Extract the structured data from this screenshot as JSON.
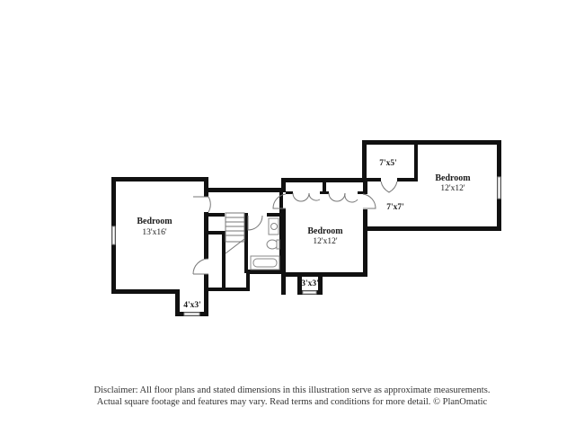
{
  "floor_plan": {
    "rooms": [
      {
        "id": "bedroom-left",
        "name": "Bedroom",
        "dimensions": "13'x16'"
      },
      {
        "id": "bedroom-middle",
        "name": "Bedroom",
        "dimensions": "12'x12'"
      },
      {
        "id": "bedroom-right",
        "name": "Bedroom",
        "dimensions": "12'x12'"
      },
      {
        "id": "closet-left",
        "name": "",
        "dimensions": "4'x3'"
      },
      {
        "id": "closet-middle",
        "name": "",
        "dimensions": "3'x3'"
      },
      {
        "id": "closet-right-top",
        "name": "",
        "dimensions": "7'x5'"
      },
      {
        "id": "hall-right",
        "name": "",
        "dimensions": "7'x7'"
      }
    ],
    "colors": {
      "wall": "#111111",
      "background": "#ffffff",
      "fixture": "#888888"
    }
  },
  "disclaimer": {
    "line1": "Disclaimer: All floor plans and stated dimensions in this illustration serve as approximate measurements.",
    "line2": "Actual square footage and features may vary. Read terms and conditions for more detail. © PlanOmatic"
  }
}
